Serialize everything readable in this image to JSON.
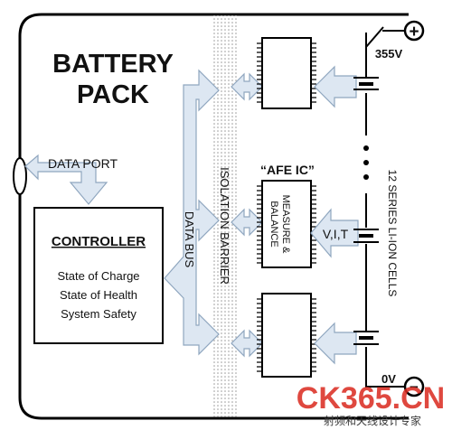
{
  "title_line1": "BATTERY",
  "title_line2": "PACK",
  "data_port": "DATA PORT",
  "controller": {
    "title": "CONTROLLER",
    "lines": [
      "State of Charge",
      "State of Health",
      "System Safety"
    ]
  },
  "data_bus": "DATA BUS",
  "isolation_barrier": "ISOLATION BARRIER",
  "afe_title": "“AFE IC”",
  "afe_chip": [
    "MEASURE &",
    "BALANCE"
  ],
  "vit": "V,I,T",
  "cells_label": "12 SERIES LI-ION CELLS",
  "voltage_top": "355V",
  "voltage_bottom": "0V",
  "terminal_plus": "+",
  "terminal_minus": "−",
  "watermark": "CK365.CN",
  "watermark_sub": "射频和天线设计专家",
  "colors": {
    "arrow_fill": "#dde7f2",
    "arrow_stroke": "#8fa6bf",
    "barrier": "#bfbfbf",
    "watermark_red": "#d9281d",
    "watermark_blue": "#3a6fb5"
  }
}
